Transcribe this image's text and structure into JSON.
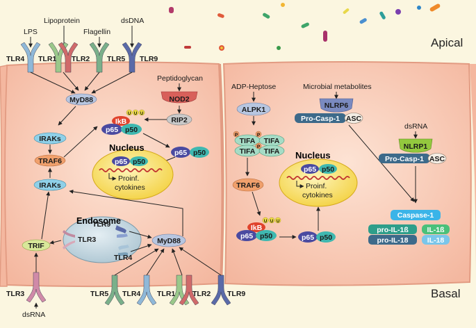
{
  "regions": {
    "apical": "Apical",
    "basal": "Basal"
  },
  "ligands": {
    "lps": "LPS",
    "lipoprotein": "Lipoprotein",
    "flagellin": "Flagellin",
    "dsdna": "dsDNA",
    "peptidoglycan": "Peptidoglycan",
    "adp_heptose": "ADP-Heptose",
    "microbial_metabolites": "Microbial metabolites",
    "dsrna_nlrp1": "dsRNA",
    "dsrna_basal": "dsRNA"
  },
  "apical_receptors": {
    "tlr4": "TLR4",
    "tlr1": "TLR1",
    "tlr2": "TLR2",
    "tlr5": "TLR5",
    "tlr9": "TLR9"
  },
  "basal_receptors": {
    "tlr3": "TLR3",
    "tlr5": "TLR5",
    "tlr4": "TLR4",
    "tlr1": "TLR1",
    "tlr2": "TLR2",
    "tlr9": "TLR9"
  },
  "cell1": {
    "myd88": "MyD88",
    "nod2": "NOD2",
    "rip2": "RIP2",
    "irak_top": "IRAKs",
    "traf6": "TRAF6",
    "irak_bottom": "IRAKs",
    "ikb": "IkB",
    "ub": "U",
    "p65": "p65",
    "p50": "p50",
    "nucleus": "Nucleus",
    "proinf_line1": "Proinf.",
    "proinf_line2": "cytokines",
    "trif": "TRIF",
    "endosome": "Endosome",
    "endo_tlr9": "TLR9",
    "endo_tlr3": "TLR3",
    "endo_tlr4": "TLR4",
    "endo_myd88": "MyD88"
  },
  "cell2": {
    "alpk1": "ALPK1",
    "tifa": "TIFA",
    "phospho": "P",
    "traf6": "TRAF6",
    "ikb": "IkB",
    "ub": "U",
    "p65": "p65",
    "p50": "p50",
    "nucleus": "Nucleus",
    "proinf_line1": "Proinf.",
    "proinf_line2": "cytokines",
    "nlrp6": "NLRP6",
    "nlrp1": "NLRP1",
    "pro_casp1": "Pro-Casp-1",
    "asc": "ASC",
    "caspase1": "Caspase-1",
    "pro_il1b": "pro-IL-1ß",
    "pro_il18": "pro-IL-18",
    "il1b": "IL-1ß",
    "il18": "IL-18"
  },
  "colors": {
    "membrane": "#e9a48c",
    "cell_fill": "#f9cdb8",
    "lumen": "#fbf6e0",
    "arrow": "#222222",
    "myd88": "#b7c6e0",
    "traf6": "#f0a06c",
    "irak": "#8fd0e8",
    "ikb": "#e0432c",
    "ub": "#f6e34a",
    "p65": "#4a4aa0",
    "p50": "#3fb8b0",
    "nucleus": "#f7e26e",
    "tifa": "#a6dcc6",
    "nlrp": "#93c83e",
    "pro_casp1": "#3d6a8a",
    "caspase": "#3ab4e8",
    "endosome": "#c9d9e2"
  }
}
